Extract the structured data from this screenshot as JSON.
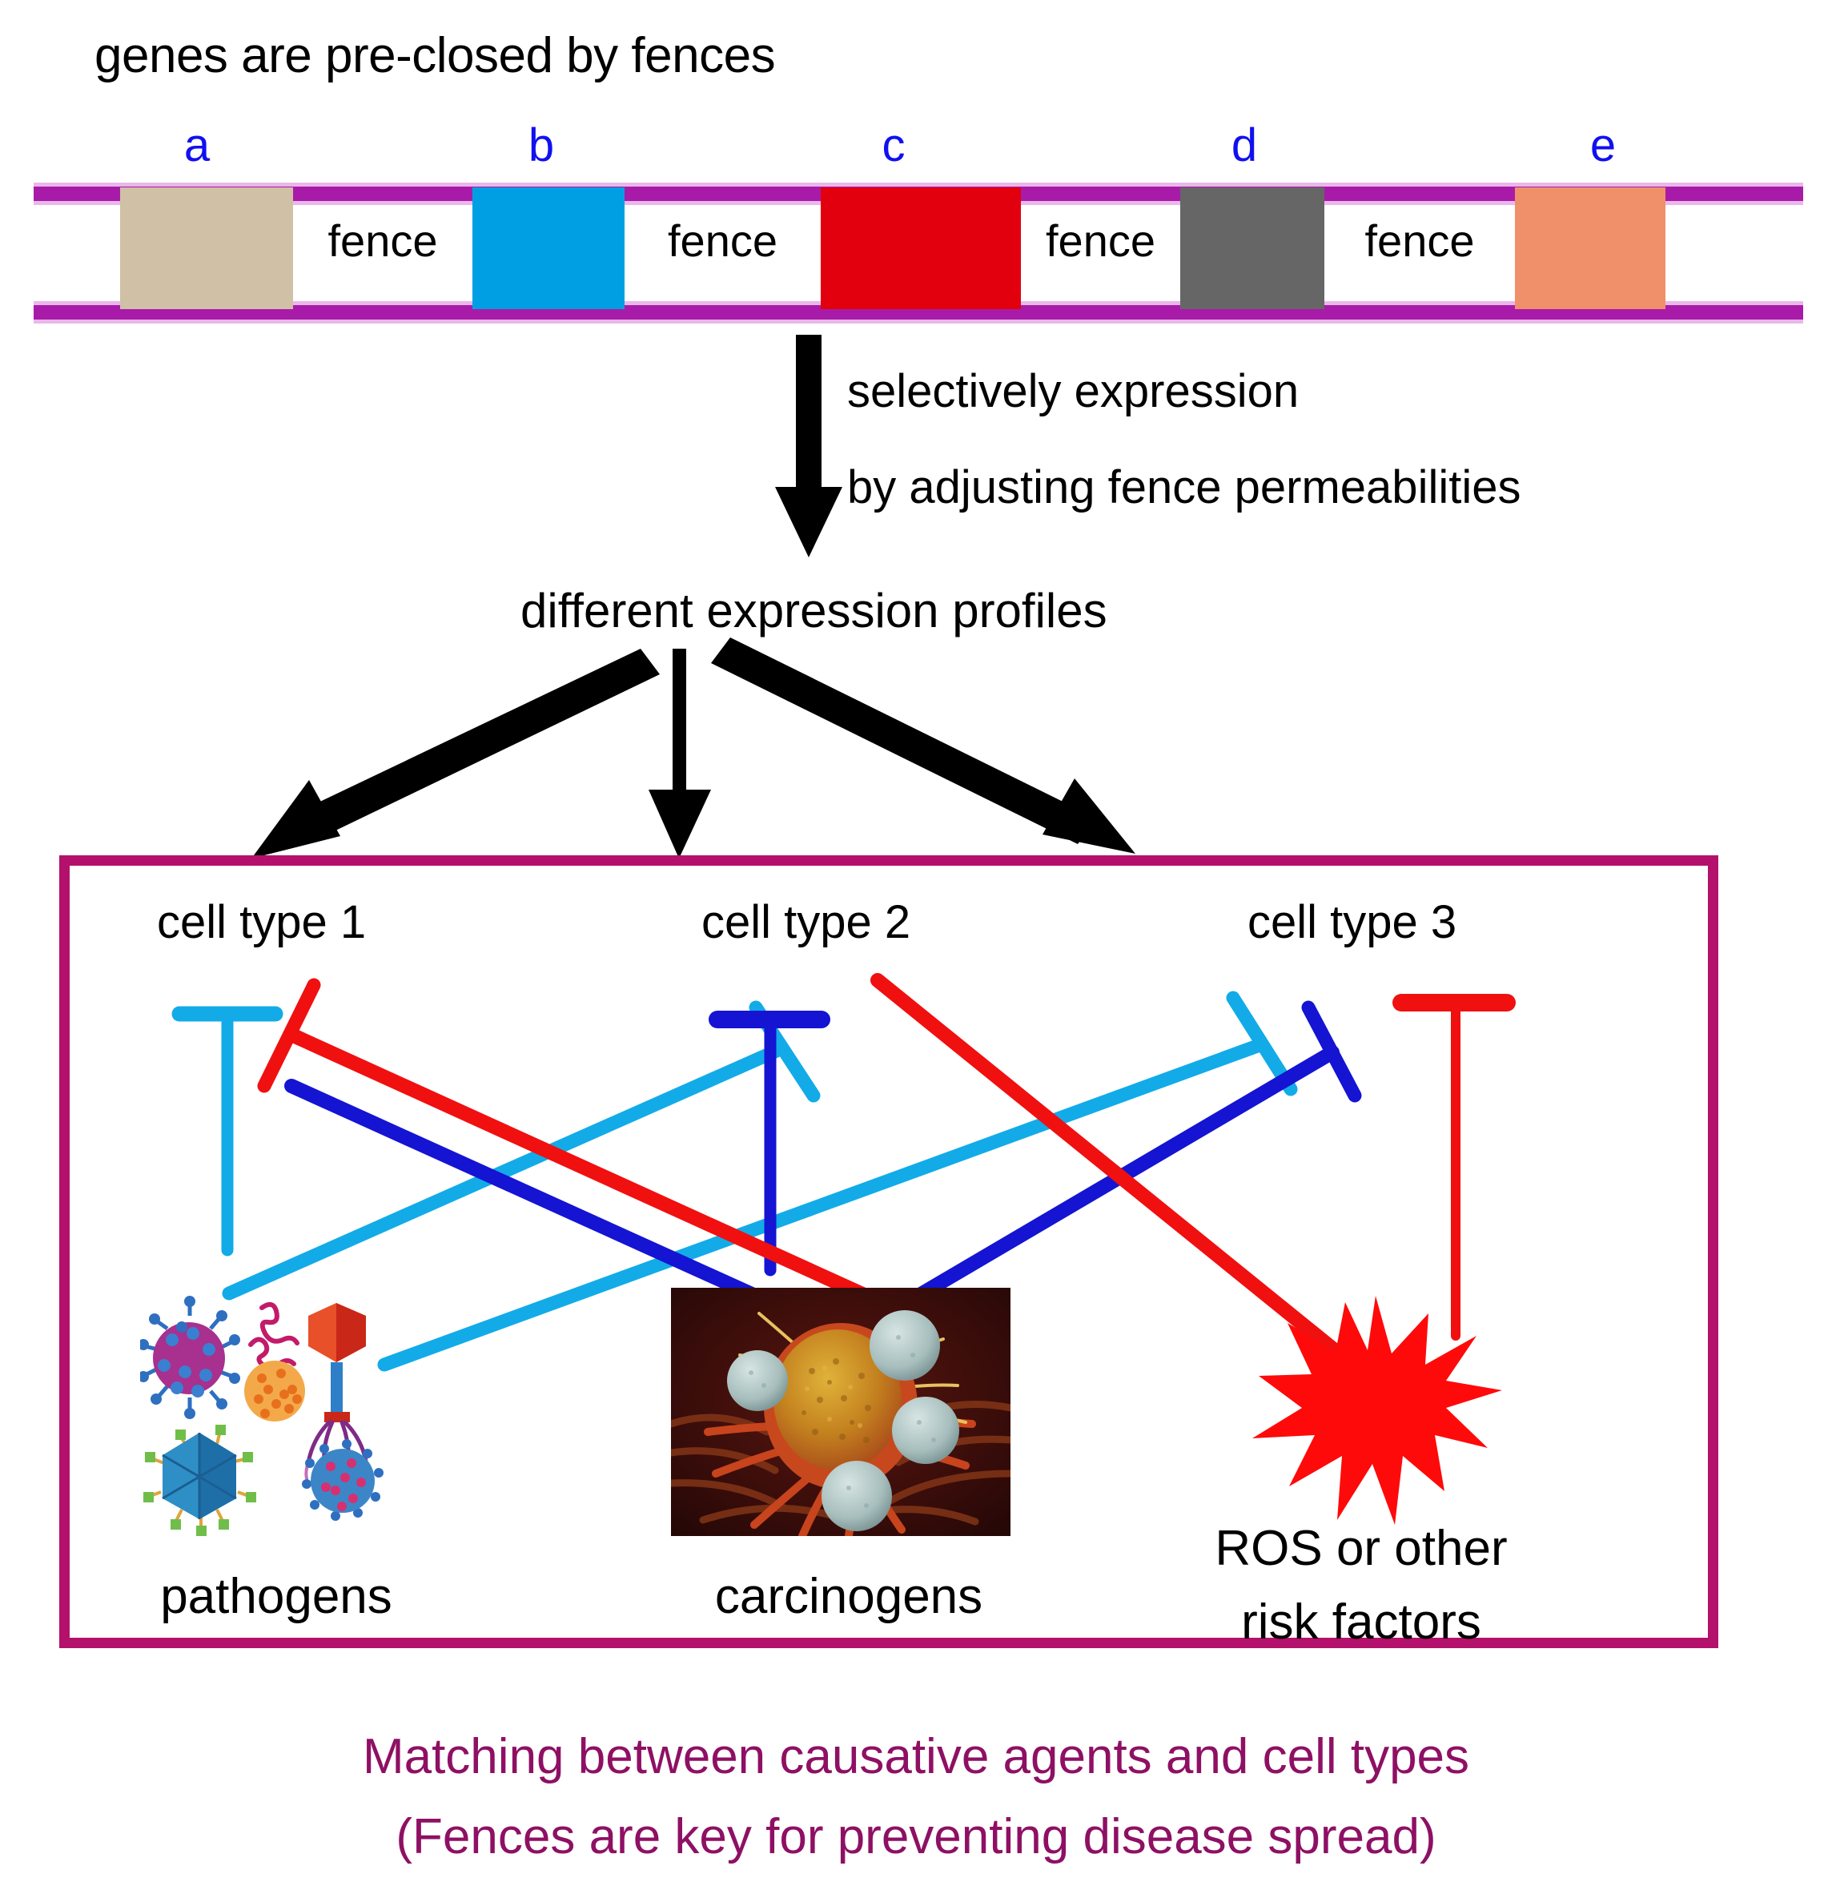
{
  "heading": "genes are pre-closed by fences",
  "gene_track": {
    "gene_labels": [
      "a",
      "b",
      "c",
      "d",
      "e"
    ],
    "gene_colors": [
      "#D0C0A6",
      "#009FE3",
      "#E2000F",
      "#666666",
      "#F0906B"
    ],
    "fence_label": "fence",
    "fence_count": 4,
    "track_color": "#A81BA8",
    "track_highlight_color": "#E9B8E9"
  },
  "flow": {
    "annotation_line1": "selectively expression",
    "annotation_line2": "by adjusting fence permeabilities",
    "profiles_label": "different expression profiles"
  },
  "panel": {
    "border_color": "#B3116B",
    "cell_types": [
      "cell type 1",
      "cell type 2",
      "cell type 3"
    ],
    "agents": [
      {
        "label": "pathogens",
        "art": "pathogen-cluster-icon"
      },
      {
        "label": "carcinogens",
        "art": "cancer-cell-photo"
      },
      {
        "label": "ROS or other\nrisk factors",
        "art": "red-starburst-icon"
      }
    ],
    "agent_labels": {
      "pathogens": "pathogens",
      "carcinogens": "carcinogens",
      "ros_line1": "ROS or other",
      "ros_line2": "risk factors"
    },
    "line_colors": {
      "cell_type_1": "#12ABE8",
      "cell_type_2": "#1414D2",
      "cell_type_3": "#F01010"
    }
  },
  "caption": {
    "line1": "Matching between causative agents and cell types",
    "line2": "(Fences are key for preventing disease spread)",
    "color": "#8E1064"
  },
  "chart_data": {
    "type": "diagram",
    "title": "genes are pre-closed by fences",
    "genes": [
      "a",
      "b",
      "c",
      "d",
      "e"
    ],
    "separators": [
      "fence",
      "fence",
      "fence",
      "fence"
    ],
    "cell_types": [
      "cell type 1",
      "cell type 2",
      "cell type 3"
    ],
    "causative_agents": [
      "pathogens",
      "carcinogens",
      "ROS or other risk factors"
    ],
    "inhibition_edges": [
      {
        "source": "cell type 1",
        "target": "pathogens",
        "color": "#12ABE8"
      },
      {
        "source": "cell type 1",
        "target": "carcinogens",
        "color": "#12ABE8"
      },
      {
        "source": "cell type 1",
        "target": "ROS or other risk factors",
        "color": "#12ABE8"
      },
      {
        "source": "cell type 2",
        "target": "pathogens",
        "color": "#1414D2"
      },
      {
        "source": "cell type 2",
        "target": "carcinogens",
        "color": "#1414D2"
      },
      {
        "source": "cell type 2",
        "target": "ROS or other risk factors",
        "color": "#1414D2"
      },
      {
        "source": "cell type 3",
        "target": "pathogens",
        "color": "#F01010"
      },
      {
        "source": "cell type 3",
        "target": "carcinogens",
        "color": "#F01010"
      },
      {
        "source": "cell type 3",
        "target": "ROS or other risk factors",
        "color": "#F01010"
      }
    ]
  }
}
